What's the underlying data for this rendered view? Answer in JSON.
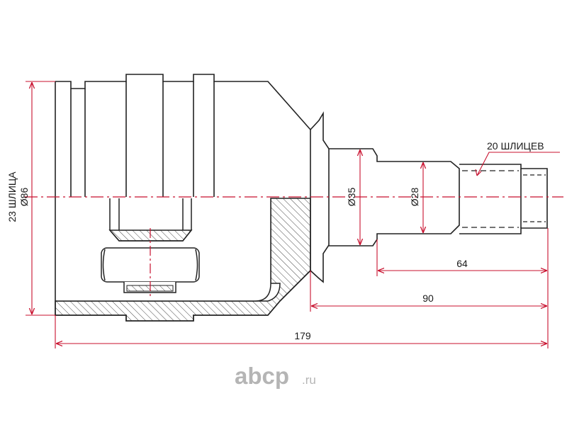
{
  "labels": {
    "overall_length": "179",
    "stem_length": "90",
    "shaft_length": "64",
    "housing_diameter": "Ø86",
    "housing_splines": "23 ШЛИЦА",
    "stem_diameter": "Ø35",
    "shaft_diameter": "Ø28",
    "shaft_splines": "20 ШЛИЦЕВ"
  },
  "logo": {
    "brand": "abcp",
    "domain": ".ru"
  },
  "colors": {
    "outline": "#222222",
    "dimension": "#c8102e",
    "hatch": "#333333",
    "logo": "#b5b5b5"
  }
}
